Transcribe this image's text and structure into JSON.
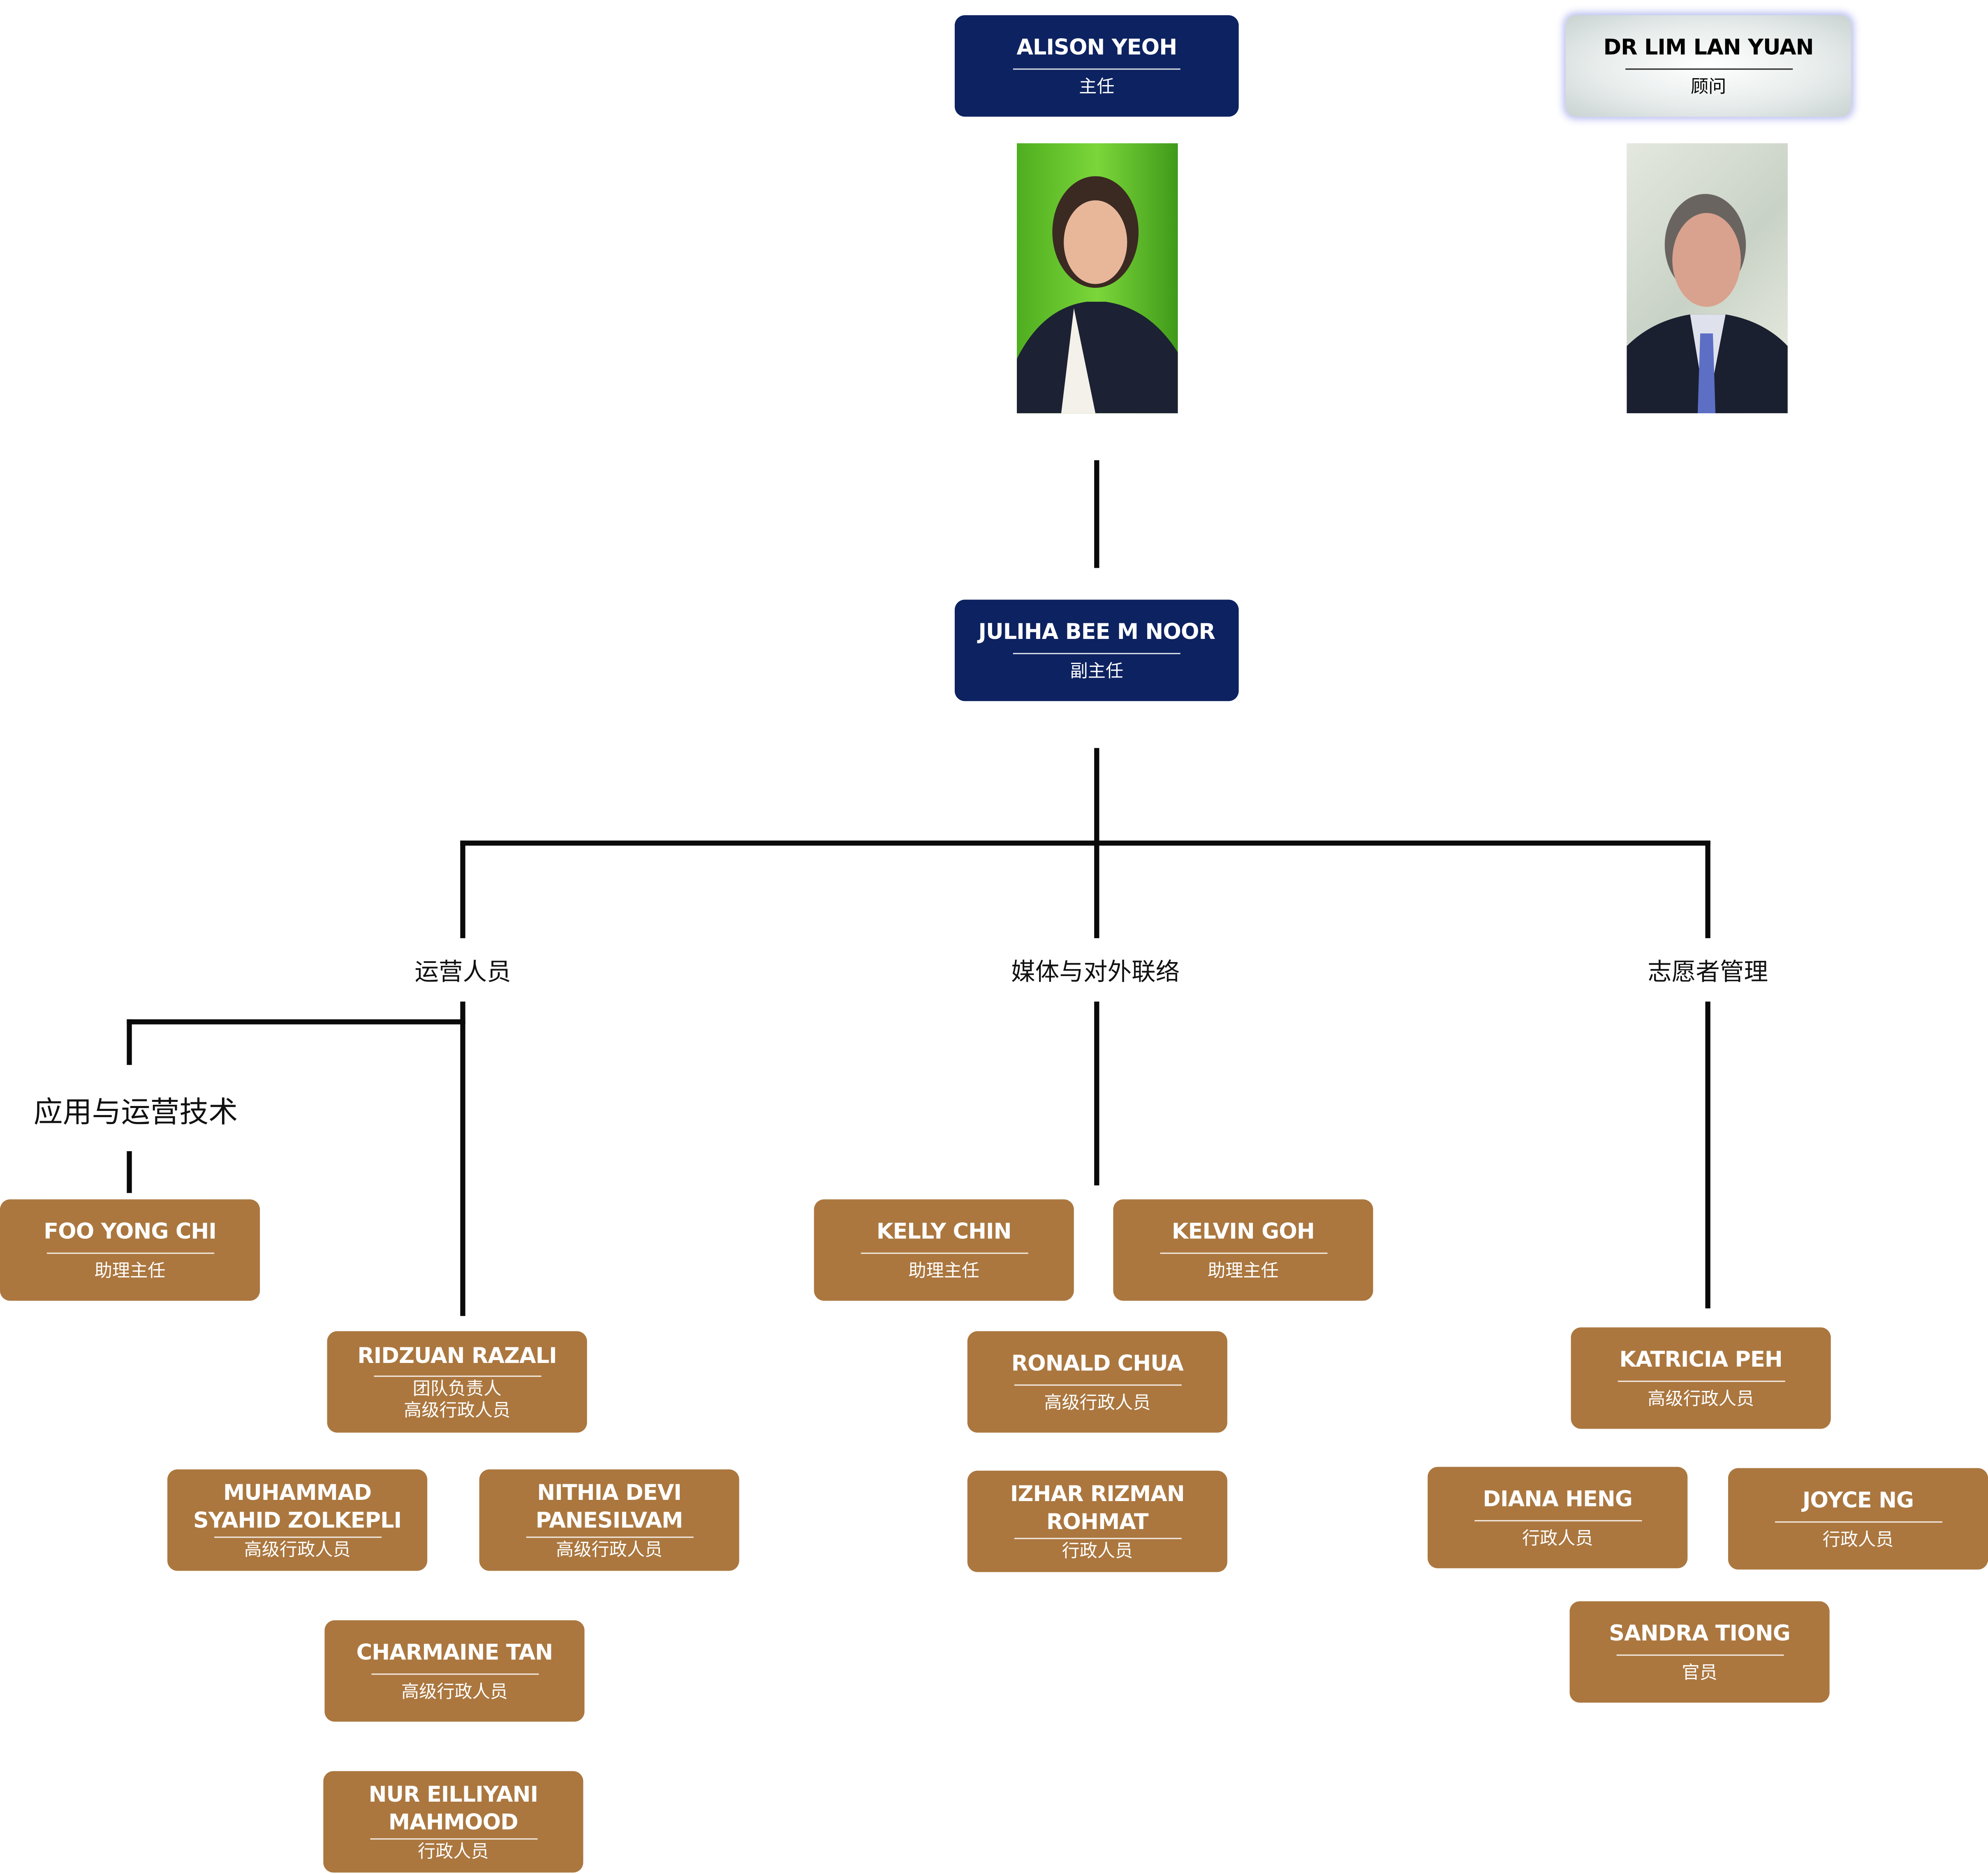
{
  "director": {
    "name": "ALISON YEOH",
    "role": "主任"
  },
  "advisor": {
    "name": "DR LIM LAN YUAN",
    "role": "顾问"
  },
  "deputy": {
    "name": "JULIHA BEE M NOOR",
    "role": "副主任"
  },
  "departments": {
    "operations": "运营人员",
    "media": "媒体与对外联络",
    "volunteer": "志愿者管理",
    "apps_tech": "应用与运营技术"
  },
  "staff": {
    "foo": {
      "name": "FOO YONG CHI",
      "role": "助理主任"
    },
    "kelly": {
      "name": "KELLY CHIN",
      "role": "助理主任"
    },
    "kelvin": {
      "name": "KELVIN GOH",
      "role": "助理主任"
    },
    "ridzuan": {
      "name": "RIDZUAN RAZALI",
      "role": "团队负责人",
      "role2": "高级行政人员"
    },
    "ronald": {
      "name": "RONALD CHUA",
      "role": "高级行政人员"
    },
    "katricia": {
      "name": "KATRICIA PEH",
      "role": "高级行政人员"
    },
    "muhammad": {
      "name": "MUHAMMAD",
      "name2": "SYAHID ZOLKEPLI",
      "role": "高级行政人员"
    },
    "nithia": {
      "name": "NITHIA DEVI",
      "name2": "PANESILVAM",
      "role": "高级行政人员"
    },
    "izhar": {
      "name": "IZHAR RIZMAN",
      "name2": "ROHMAT",
      "role": "行政人员"
    },
    "diana": {
      "name": "DIANA HENG",
      "role": "行政人员"
    },
    "joyce": {
      "name": "JOYCE NG",
      "role": "行政人员"
    },
    "sandra": {
      "name": "SANDRA TIONG",
      "role": "官员"
    },
    "charmaine": {
      "name": "CHARMAINE TAN",
      "role": "高级行政人员"
    },
    "nur": {
      "name": "NUR EILLIYANI",
      "name2": "MAHMOOD",
      "role": "行政人员"
    }
  },
  "colors": {
    "navy": "#0d2260",
    "brown": "#ab773f",
    "line": "#0a0a0a"
  }
}
